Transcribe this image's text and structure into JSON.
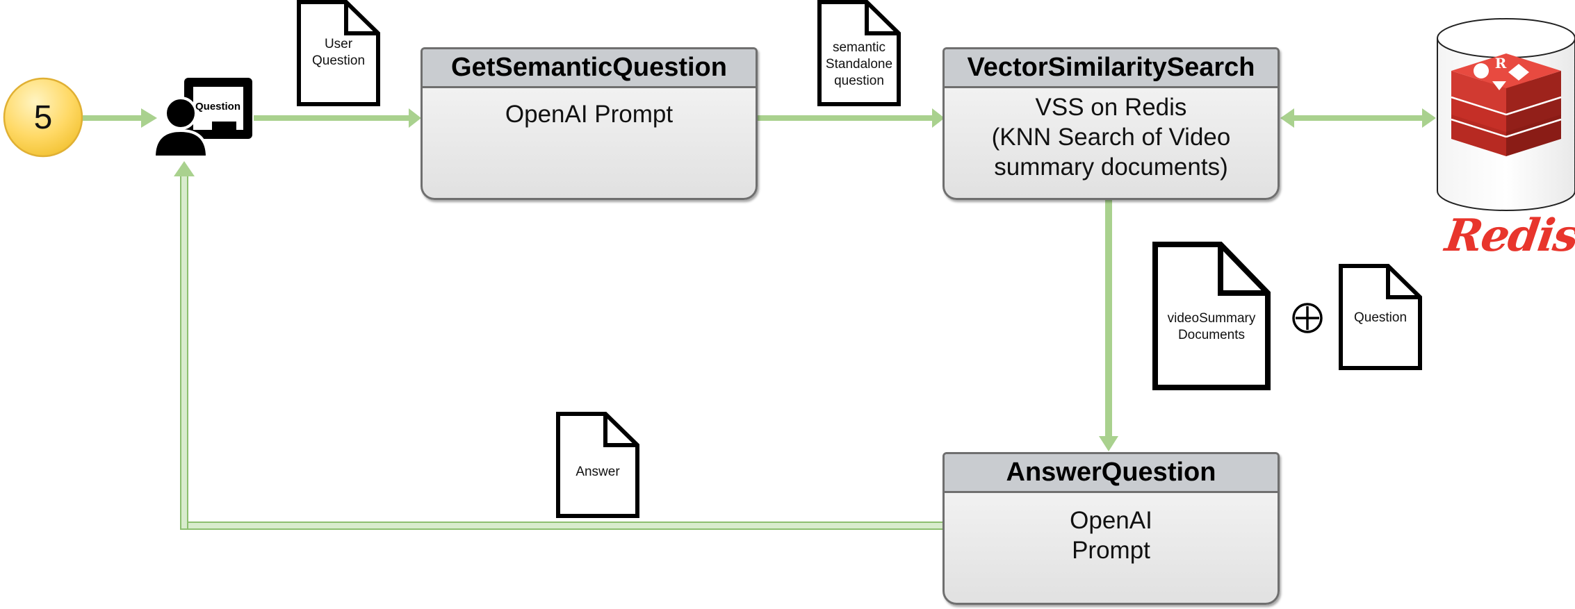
{
  "step": {
    "number": "5"
  },
  "user_icon": {
    "screen_label": "Question"
  },
  "documents": {
    "user_question": "User\nQuestion",
    "semantic_question": "semantic\nStandalone\nquestion",
    "video_summary": "videoSummary\nDocuments",
    "question": "Question",
    "answer": "Answer"
  },
  "steps": {
    "get_semantic_question": {
      "title": "GetSemanticQuestion",
      "body": "OpenAI Prompt"
    },
    "vector_similarity_search": {
      "title": "VectorSimilaritySearch",
      "body": "VSS on Redis\n(KNN Search of Video\nsummary documents)"
    },
    "answer_question": {
      "title": "AnswerQuestion",
      "body": "OpenAI\nPrompt"
    }
  },
  "datastore": {
    "logo_text": "Redis"
  },
  "combine_symbol": "⊕",
  "colors": {
    "flow_arrow": "#a9d18e",
    "flow_arrow_outline": "#8cbf6f",
    "step_circle": "#ffd966",
    "step_circle_border": "#e6b422",
    "process_header": "#c9ccd0",
    "redis_red": "#e8352c"
  }
}
